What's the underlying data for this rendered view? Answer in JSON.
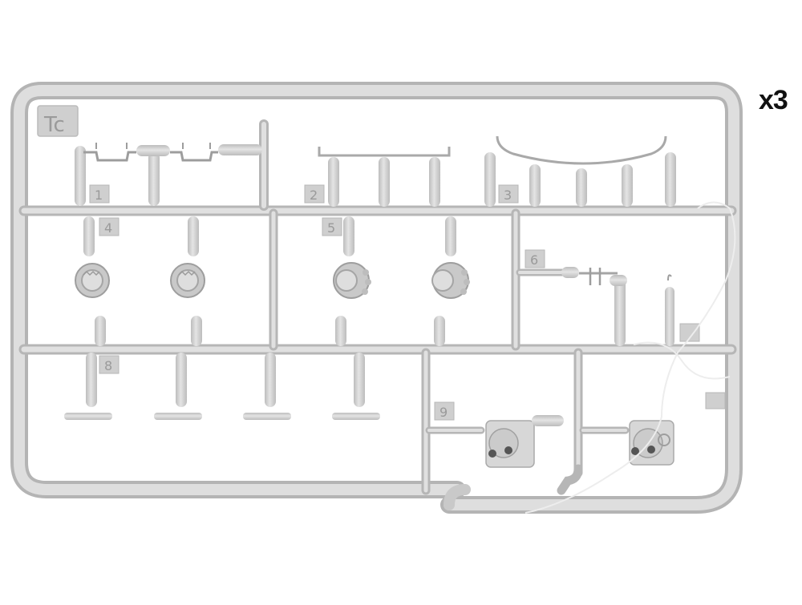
{
  "sprue": {
    "code": "Tc",
    "quantity": "x3",
    "part_numbers": [
      "1",
      "2",
      "3",
      "4",
      "5",
      "6",
      "8",
      "9"
    ]
  },
  "colors": {
    "plastic": "#d4d4d4",
    "plastic_edge": "#b9b9b9",
    "plastic_dark": "#9c9c9c",
    "background": "#ffffff"
  }
}
